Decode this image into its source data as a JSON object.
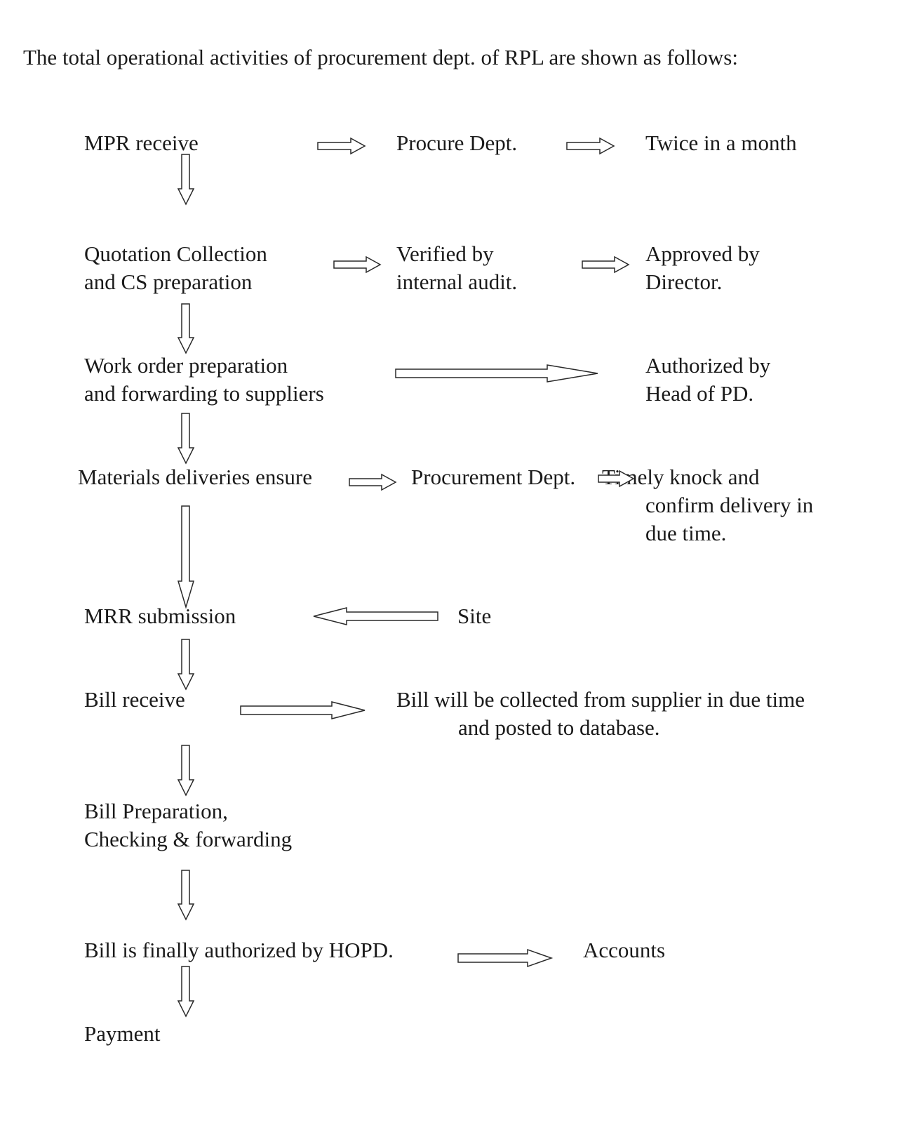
{
  "intro": "The total operational activities of procurement dept. of RPL are shown as follows:",
  "nodes": {
    "mpr_receive": [
      "MPR receive"
    ],
    "procure_dept": [
      "Procure Dept."
    ],
    "twice_month": [
      "Twice in a month"
    ],
    "quotation": [
      "Quotation Collection",
      "and CS preparation"
    ],
    "verified": [
      "Verified by",
      "internal audit."
    ],
    "approved": [
      "Approved by",
      "Director."
    ],
    "work_order": [
      "Work order preparation",
      "and forwarding to suppliers"
    ],
    "authorized": [
      "Authorized by",
      "Head of PD."
    ],
    "materials": [
      "Materials deliveries ensure"
    ],
    "procurement_dept": [
      "Procurement Dept."
    ],
    "timely": [
      "Timely knock and",
      "confirm delivery in",
      "due time."
    ],
    "mrr": [
      "MRR submission"
    ],
    "site": [
      "Site"
    ],
    "bill_receive": [
      "Bill receive"
    ],
    "bill_collected": [
      "Bill will be collected from supplier in due time",
      "and posted to database."
    ],
    "bill_prep": [
      "Bill Preparation,",
      "Checking & forwarding"
    ],
    "bill_auth": [
      "Bill is finally authorized by HOPD."
    ],
    "accounts": [
      "Accounts"
    ],
    "payment": [
      "Payment"
    ]
  }
}
